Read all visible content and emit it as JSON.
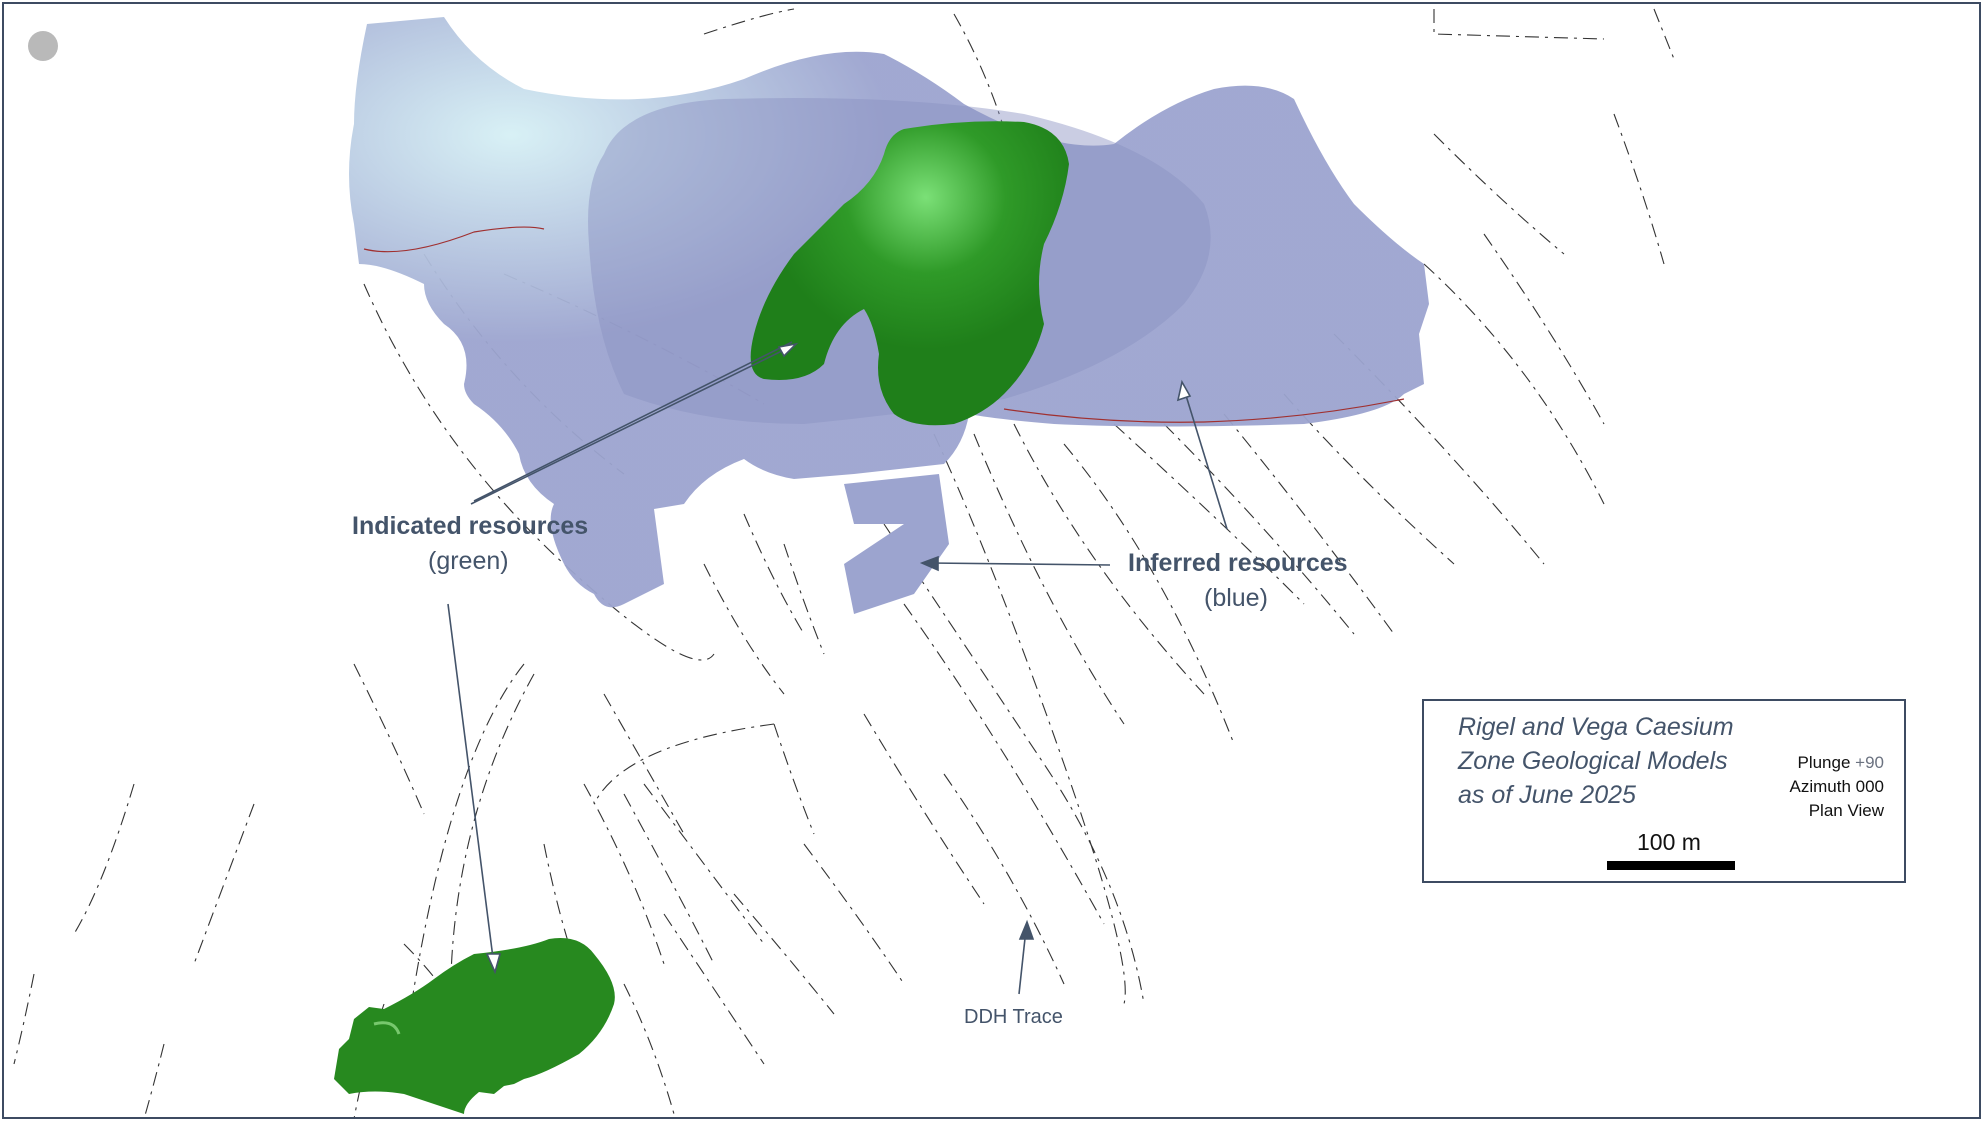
{
  "labels": {
    "indicated": {
      "title": "Indicated resources",
      "subtitle": "(green)"
    },
    "inferred": {
      "title": "Inferred resources",
      "subtitle": "(blue)"
    },
    "ddh_trace": "DDH Trace"
  },
  "legend": {
    "title_lines": [
      "Rigel and Vega Caesium",
      "Zone Geological Models",
      "as of June 2025"
    ],
    "plunge_label": "Plunge",
    "plunge_value": "+90",
    "azimuth": "Azimuth 000",
    "view": "Plan View",
    "scale_label": "100 m"
  },
  "colors": {
    "indicated": "#2a8a22",
    "inferred": "#9aa2cc",
    "annotation_text": "#44546a",
    "border": "#3d4b62"
  },
  "icons": {
    "corner": "circle-logo-icon"
  }
}
